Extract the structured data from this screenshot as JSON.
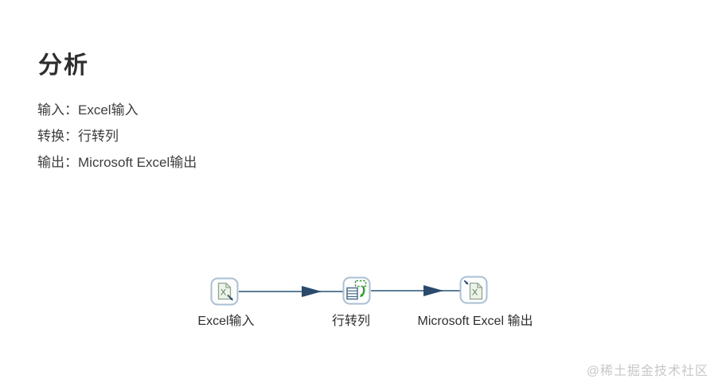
{
  "page": {
    "title": "分析",
    "watermark": "@稀土掘金技术社区"
  },
  "analysis": {
    "lines": [
      "输入：Excel输入",
      "转换：行转列",
      "输出：Microsoft Excel输出"
    ]
  },
  "flow": {
    "nodes": [
      {
        "label": "Excel输入",
        "icon": "excel-input-icon"
      },
      {
        "label": "行转列",
        "icon": "row-to-column-icon"
      },
      {
        "label": "Microsoft Excel 输出",
        "icon": "excel-output-icon"
      }
    ]
  },
  "colors": {
    "title_text": "#2e2e2e",
    "body_text": "#3d3d3d",
    "node_border": "#a9c0d3",
    "connector_line": "#5d7e99",
    "connector_arrowhead": "#2b4a6b",
    "icon_green": "#2f9e2f",
    "doc_fill": "#ecf3e8",
    "doc_stroke": "#93a393",
    "watermark_text": "#c7c7c7"
  }
}
